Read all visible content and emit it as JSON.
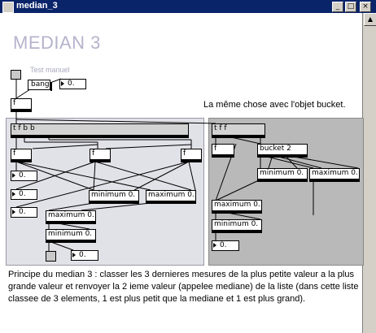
{
  "window": {
    "title": "median_3",
    "btn_min": "_",
    "btn_max": "□",
    "btn_close": "×"
  },
  "patch": {
    "heading": "MEDIAN 3",
    "test_label": "Test manuel",
    "bang_label": "bang",
    "num_top": "0.",
    "f_top": "f",
    "bucket_comment": "La même chose avec l'objet bucket.",
    "left": {
      "tfbb": "t f b b",
      "f1": "f",
      "f2": "f",
      "f3": "f",
      "n1": "0.",
      "n2": "0.",
      "n3": "0.",
      "min1": "minimum 0.",
      "max1": "maximum 0.",
      "max2": "maximum 0.",
      "min2": "minimum 0.",
      "out": "0."
    },
    "right": {
      "tff": "t f f",
      "f": "f",
      "bucket": "bucket 2",
      "min": "minimum 0.",
      "max1": "maximum 0.",
      "max2": "maximum 0.",
      "min2": "minimum 0.",
      "out": "0."
    },
    "paragraph": "Principe du median 3 : classer les 3 dernieres mesures de la plus petite valeur a la plus grande valeur et renvoyer la 2 ieme valeur (appelee mediane) de la liste (dans cette liste classee de 3 elements, 1 est plus petit que la mediane et 1 est plus grand)."
  },
  "colors": {
    "titlebar": "#0a246a",
    "panel_left": "#e1e1e8",
    "panel_right": "#b9b9b9",
    "heading": "#b5b3cc"
  }
}
